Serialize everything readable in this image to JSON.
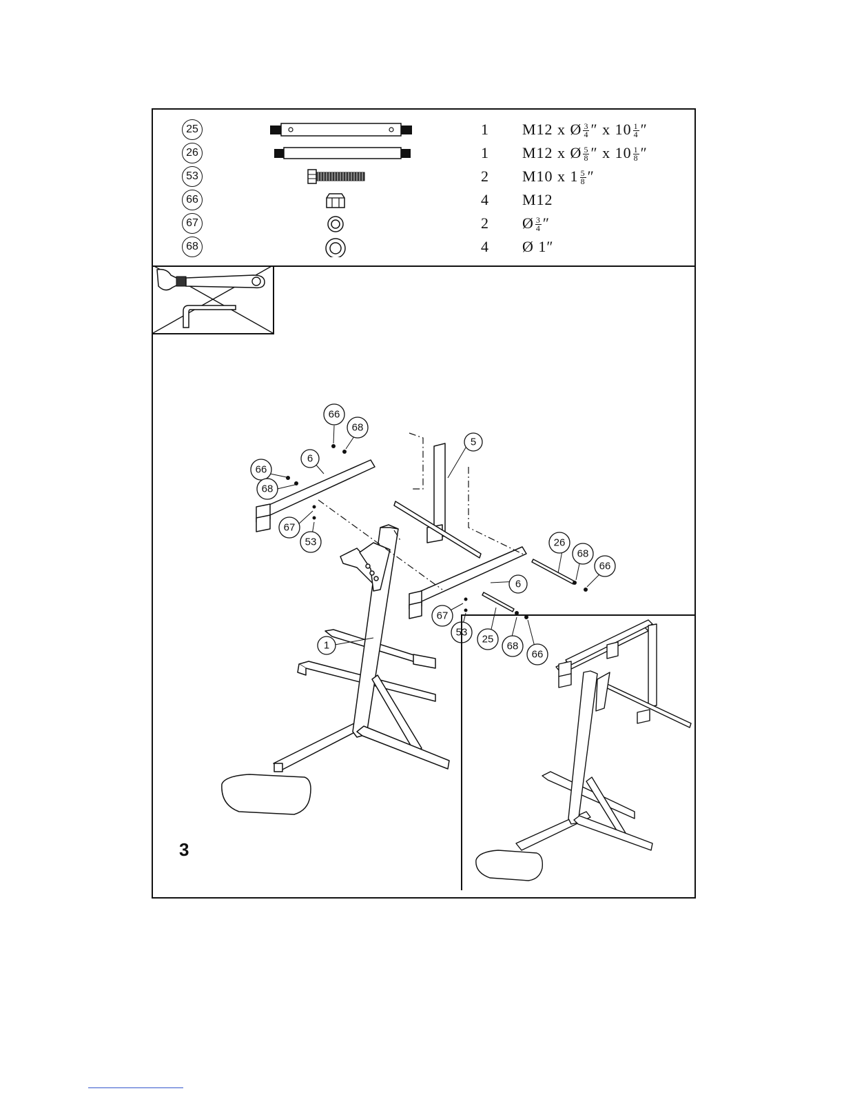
{
  "parts": [
    {
      "num": "25",
      "qty": "1",
      "spec_pre": "M12 x Ø",
      "frac1_n": "3",
      "frac1_d": "4",
      "spec_mid": "″ x 10",
      "frac2_n": "1",
      "frac2_d": "4",
      "spec_post": "″"
    },
    {
      "num": "26",
      "qty": "1",
      "spec_pre": "M12 x Ø",
      "frac1_n": "5",
      "frac1_d": "8",
      "spec_mid": "″ x 10",
      "frac2_n": "1",
      "frac2_d": "8",
      "spec_post": "″"
    },
    {
      "num": "53",
      "qty": "2",
      "spec_pre": "M10 x 1",
      "frac1_n": "5",
      "frac1_d": "8",
      "spec_mid": "″"
    },
    {
      "num": "66",
      "qty": "4",
      "spec_pre": "M12"
    },
    {
      "num": "67",
      "qty": "2",
      "spec_pre": "Ø",
      "frac1_n": "3",
      "frac1_d": "4",
      "spec_mid": "″"
    },
    {
      "num": "68",
      "qty": "4",
      "spec_pre": "Ø 1″"
    }
  ],
  "callouts": {
    "c66a": "66",
    "c68a": "68",
    "c5": "5",
    "c66b": "66",
    "c6a": "6",
    "c68b": "68",
    "c67a": "67",
    "c53a": "53",
    "c26": "26",
    "c68c": "68",
    "c66c": "66",
    "c6b": "6",
    "c67b": "67",
    "c53b": "53",
    "c25": "25",
    "c68d": "68",
    "c66d": "66",
    "c1": "1"
  },
  "step": "3"
}
